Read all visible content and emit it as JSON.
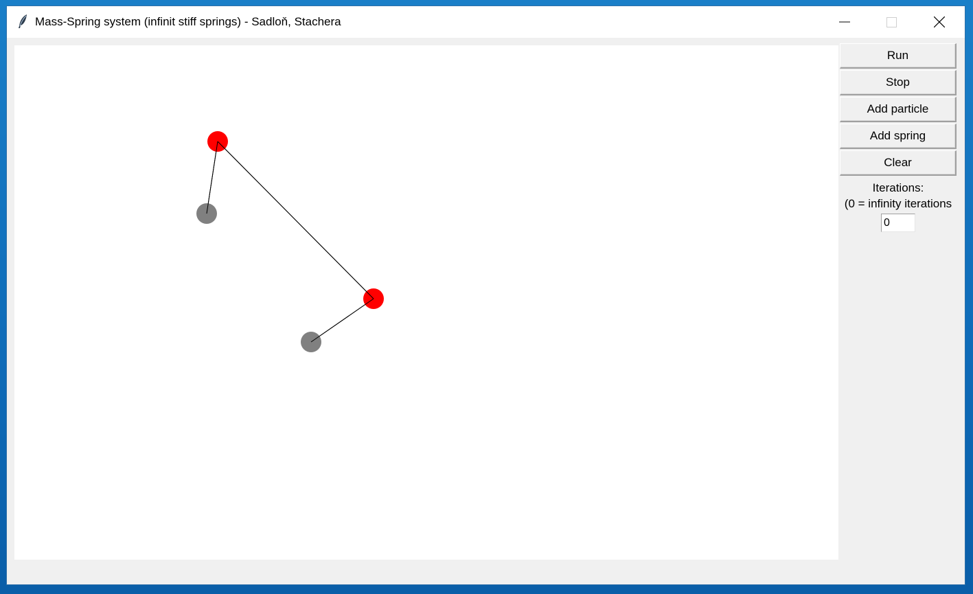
{
  "window": {
    "title": "Mass-Spring system (infinit stiff springs) - Sadloň, Stachera",
    "icon": "feather-icon",
    "controls": [
      "minimize-icon",
      "maximize-icon",
      "close-icon"
    ]
  },
  "toolbar": {
    "run_label": "Run",
    "stop_label": "Stop",
    "add_particle_label": "Add particle",
    "add_spring_label": "Add spring",
    "clear_label": "Clear"
  },
  "iterations": {
    "label": "Iterations:",
    "hint": "(0 = infinity iterations",
    "value": "0"
  },
  "colors": {
    "free_particle": "#ff0000",
    "fixed_particle": "#808080",
    "spring": "#000000",
    "canvas_bg": "#ffffff"
  }
}
